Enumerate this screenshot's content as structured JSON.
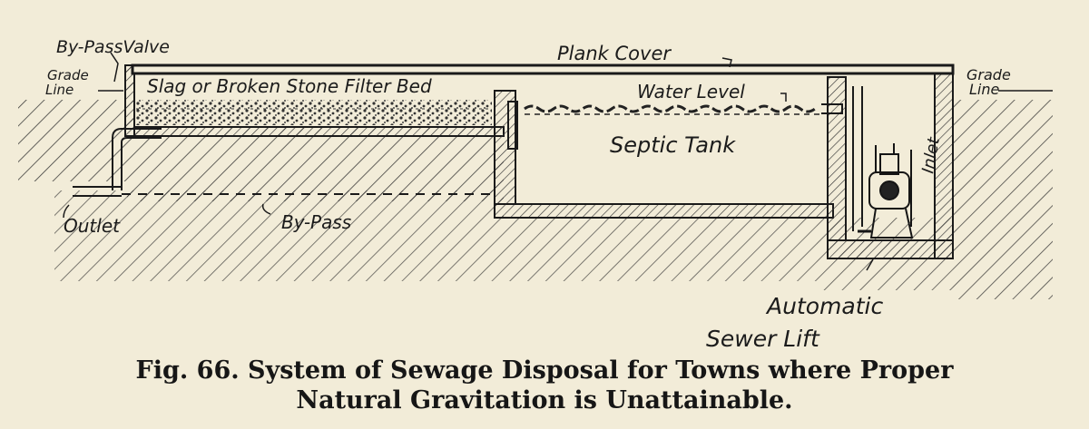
{
  "labels": {
    "bypass_valve": "By-PassValve",
    "grade_line_left_1": "Grade",
    "grade_line_left_2": "Line",
    "plank_cover": "Plank Cover",
    "grade_line_right_1": "Grade",
    "grade_line_right_2": "Line",
    "filter_bed": "Slag or Broken Stone Filter Bed",
    "water_level": "Water Level",
    "septic_tank": "Septic Tank",
    "inlet": "Inlet",
    "outlet": "Outlet",
    "bypass": "By-Pass",
    "automatic": "Automatic",
    "sewer_lift": "Sewer Lift"
  },
  "caption": {
    "line1": "Fig. 66. System of Sewage Disposal for Towns where Proper",
    "line2": "Natural Gravitation is Unattainable."
  }
}
